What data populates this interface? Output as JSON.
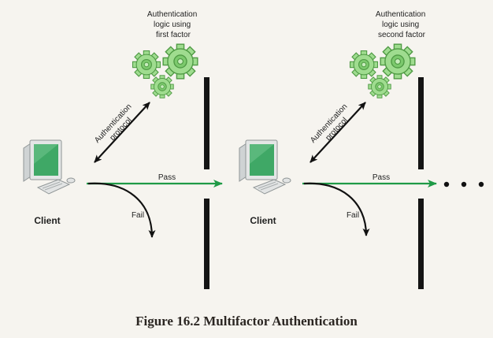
{
  "stages": [
    {
      "logic_lines": [
        "Authentication",
        "logic using",
        "first factor"
      ],
      "protocol_lines": [
        "Authentication",
        "protocol"
      ],
      "client_label": "Client",
      "pass_label": "Pass",
      "fail_label": "Fail"
    },
    {
      "logic_lines": [
        "Authentication",
        "logic using",
        "second factor"
      ],
      "protocol_lines": [
        "Authentication",
        "protocol"
      ],
      "client_label": "Client",
      "pass_label": "Pass",
      "fail_label": "Fail"
    }
  ],
  "continuation": "...",
  "caption": "Figure 16.2 Multifactor Authentication",
  "colors": {
    "background": "#f6f4ef",
    "gear_fill": "#9fdc8f",
    "gear_stroke": "#4f9a44",
    "pass_arrow": "#1f9a46",
    "barrier": "#141414",
    "screen": "#3fa866"
  },
  "icons": [
    "client-computer-icon",
    "gear-cluster-icon"
  ]
}
